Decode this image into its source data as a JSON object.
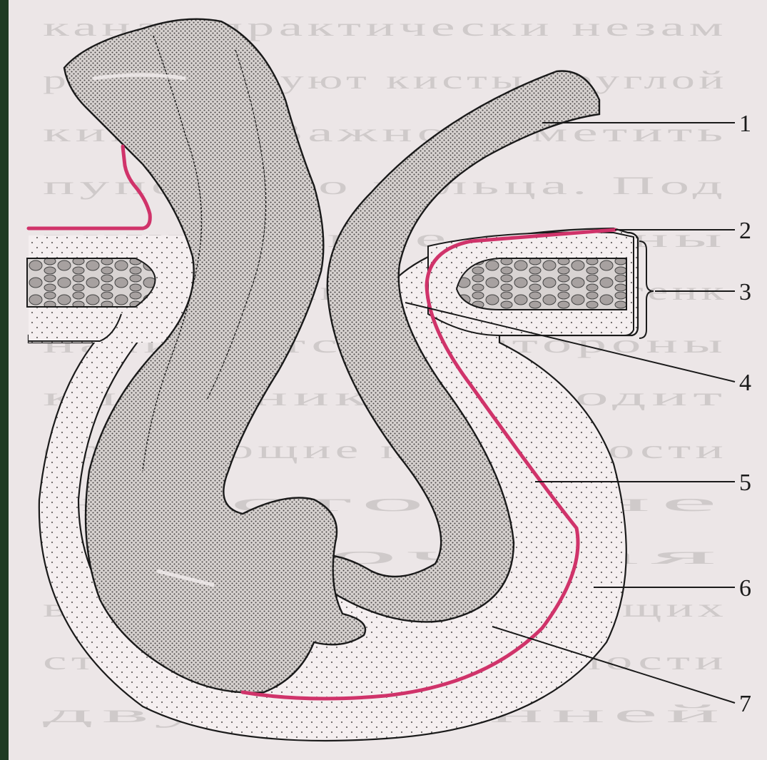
{
  "figure": {
    "labels": [
      {
        "id": "1",
        "text": "1"
      },
      {
        "id": "2",
        "text": "2"
      },
      {
        "id": "3",
        "text": "3"
      },
      {
        "id": "4",
        "text": "4"
      },
      {
        "id": "5",
        "text": "5"
      },
      {
        "id": "6",
        "text": "6"
      },
      {
        "id": "7",
        "text": "7"
      }
    ],
    "background_text": [
      "канал практически незам",
      "регистрируют кисты круглой",
      "кишки. Важно отметить",
      "пупочного кольца. Под",
      "внутренние органы",
      "плоского канатика, его стенк",
      "начинается со стороны",
      "кишечника, выходит",
      "отвечающие подвижности",
      "на стороне",
      "Пупочная",
      "выпячивание окружающих",
      "стенок брюшной полости",
      "двусторонней"
    ],
    "colors": {
      "page_edge": "#1f3b22",
      "paper": "#ece6e7",
      "intestine_fill": "#c9c4c2",
      "sac_fill": "#f4eeee",
      "peritoneum_line": "#d0336a",
      "ink": "#1a1a1a"
    }
  }
}
